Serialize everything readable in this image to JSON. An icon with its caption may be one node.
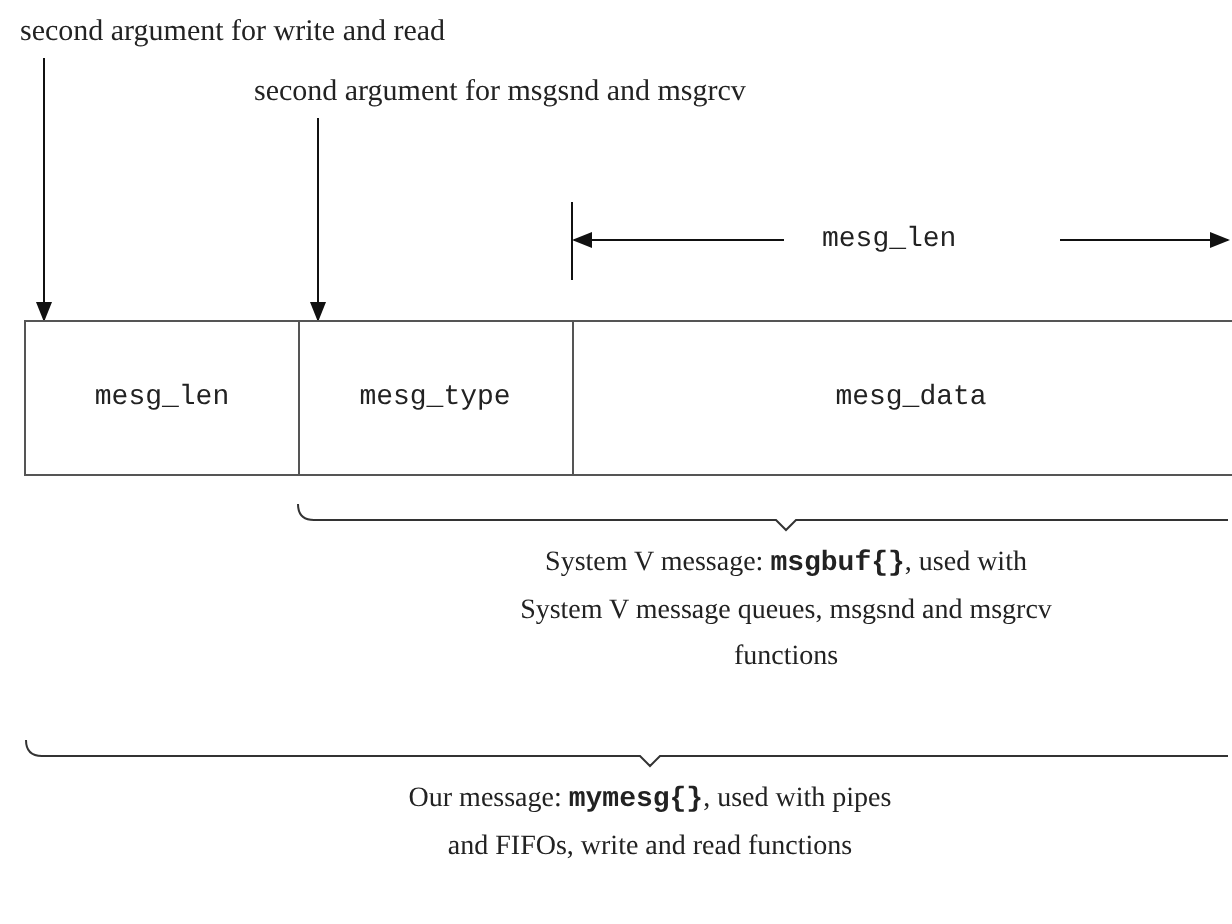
{
  "diagram": {
    "nodes": [
      {
        "text": [
          "second argument for write and read"
        ]
      },
      {
        "text": [
          "second argument for msgsnd and msgrcv"
        ]
      },
      {
        "text": [
          "mesg_len"
        ]
      },
      {
        "text": [
          "mesg_type"
        ]
      },
      {
        "text": [
          "mesg_data"
        ]
      }
    ],
    "edges": [
      {
        "from": 0,
        "to": 2,
        "arrow": "to"
      },
      {
        "from": 1,
        "to": 3,
        "arrow": "to"
      }
    ],
    "labels": [
      "mesg_len",
      "System V message: **msgbuf{}**, used with System V message queues, msgsnd and msgrcv functions",
      "Our message: **mymesg{}**, used with pipes and FIFOs, write and read functions"
    ]
  }
}
